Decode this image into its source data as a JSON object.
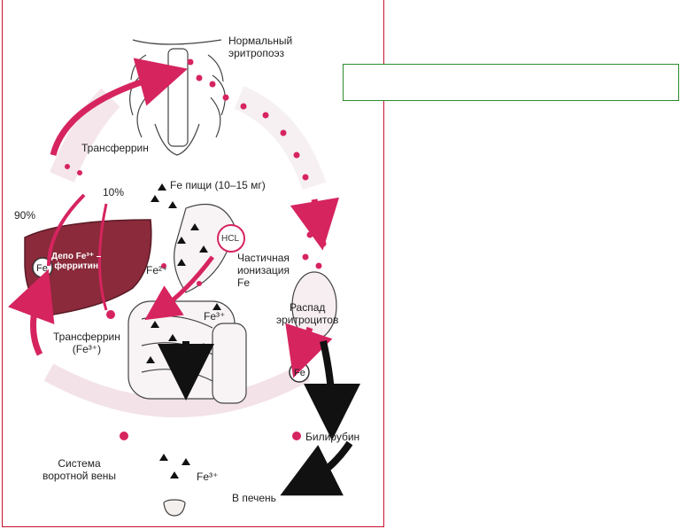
{
  "labels": {
    "erythropoiesis": "Нормальный\nэритропоэз",
    "transferrin_top": "Трансферрин",
    "percent_10": "10%",
    "percent_90": "90%",
    "food_fe": "Fe пищи (10–15 мг)",
    "hcl": "HCL",
    "partial_ionization": "Частичная\nионизация\nFe",
    "fe2": "Fe²⁺",
    "fe3_mid": "Fe³⁺",
    "depot": "Депо Fe³⁺ –\nферритин",
    "fe_left": "Fe",
    "transferrin_bottom": "Трансферрин\n(Fe³⁺)",
    "rbc_breakdown": "Распад\nэритроцитов",
    "fe_right": "Fe",
    "bilirubin": "Билирубин",
    "portal_system": "Система\nворотной вены",
    "fe3_bottom": "Fe³⁺",
    "to_liver": "В печень"
  },
  "colors": {
    "magenta": "#d6245f",
    "liver": "#8a2a3a",
    "black": "#111111",
    "frame": "#c8102e",
    "green_box": "#2e8b2e"
  }
}
